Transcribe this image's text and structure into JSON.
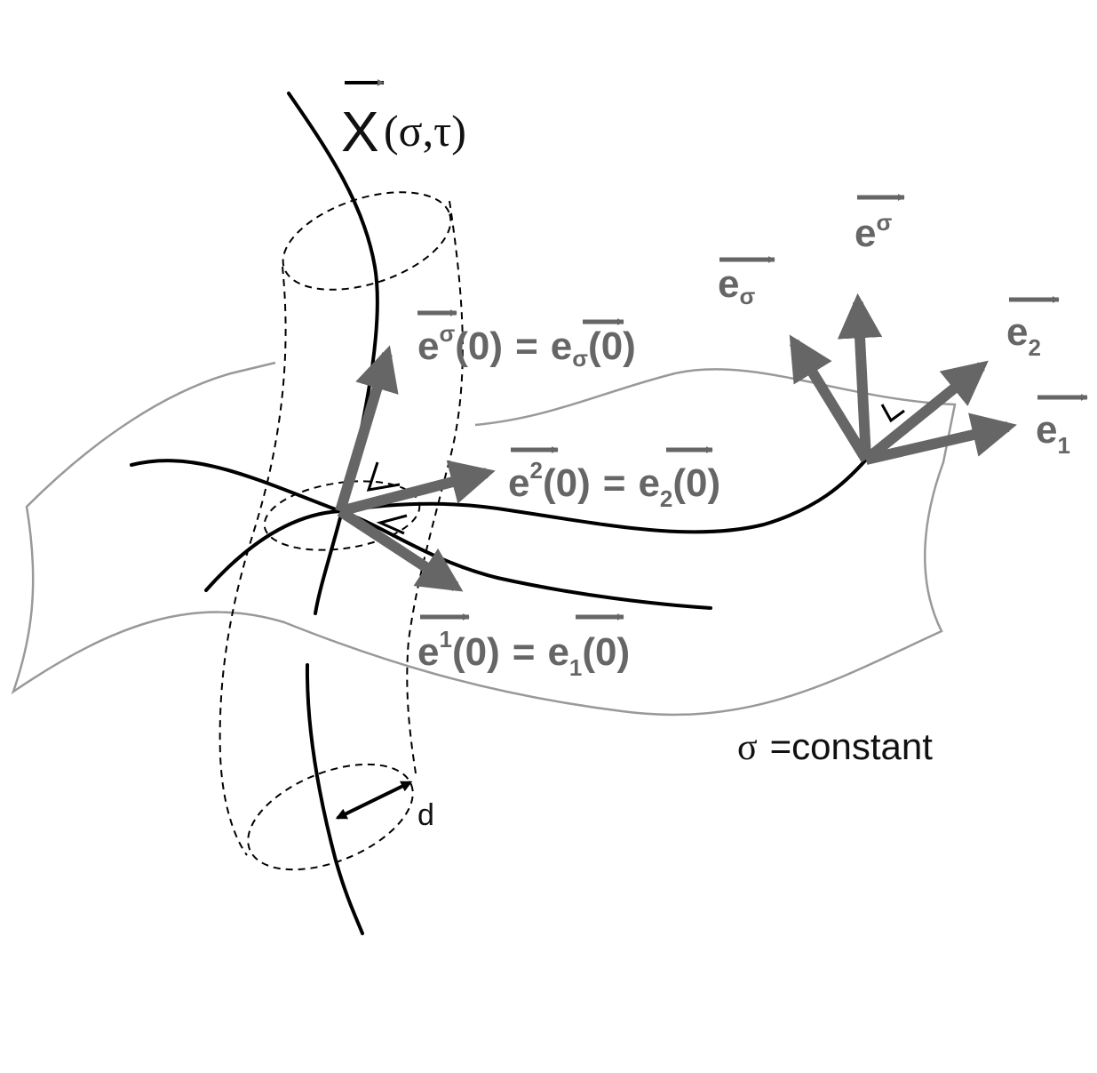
{
  "colors": {
    "background": "#ffffff",
    "curve": "#000000",
    "sheet_outline": "#999999",
    "vector_gray": "#666666",
    "label_gray": "#666666"
  },
  "labels": {
    "x_symbol": "X",
    "x_args": "(σ,τ)",
    "e": "e",
    "sigma": "σ",
    "sup_sigma": "σ",
    "sup_2": "2",
    "sup_1": "1",
    "sub_2": "2",
    "sub_1": "1",
    "sub_sigma": "σ",
    "zero_arg": "(0)",
    "equals": "=",
    "d": "d",
    "sigma_const_symbol": "σ",
    "sigma_const_text": "=constant"
  }
}
